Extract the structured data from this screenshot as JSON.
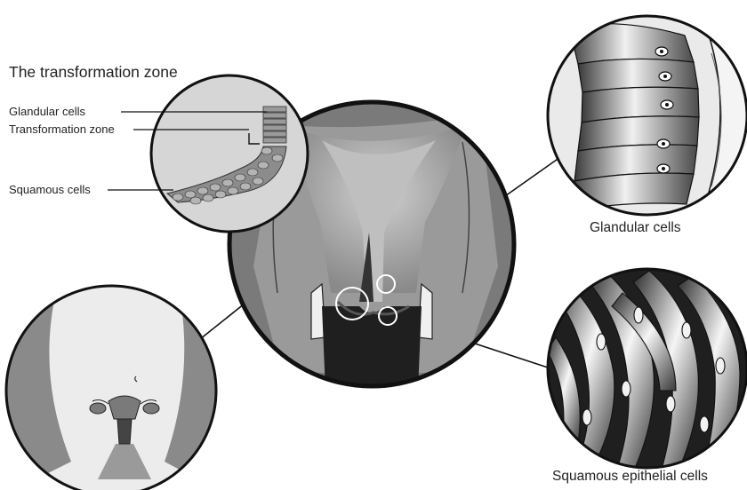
{
  "title": "The transformation zone",
  "inset_labels": {
    "glandular_cells": "Glandular cells",
    "transformation_zone": "Transformation zone",
    "squamous_cells": "Squamous cells"
  },
  "callout_labels": {
    "glandular_cells": "Glandular cells",
    "squamous_epithelial_cells": "Squamous epithelial cells"
  },
  "colors": {
    "ink": "#111111",
    "dark_tissue": "#2a2a2a",
    "mid_gray": "#8a8a8a",
    "light_gray": "#d8d8d8",
    "highlight": "#ffffff"
  }
}
